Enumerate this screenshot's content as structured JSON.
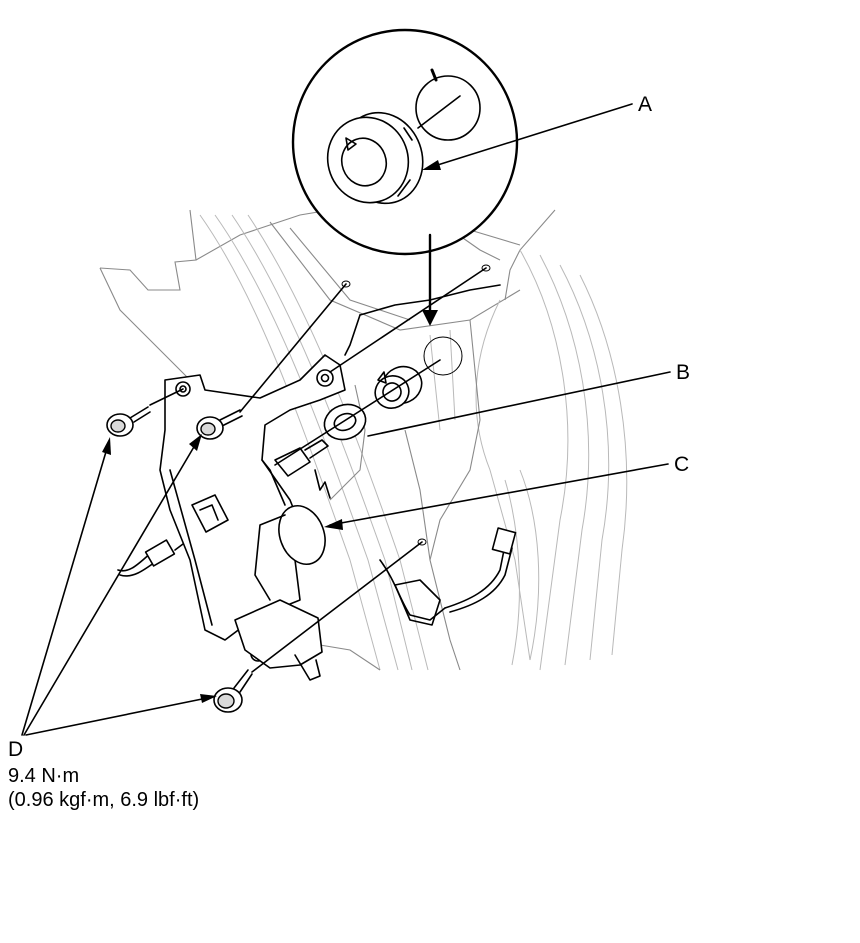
{
  "labels": {
    "a": "A",
    "b": "B",
    "c": "C",
    "d": "D"
  },
  "torque": {
    "metric": "9.4 N·m",
    "imperial": "(0.96 kgf·m, 6.9 lbf·ft)"
  }
}
